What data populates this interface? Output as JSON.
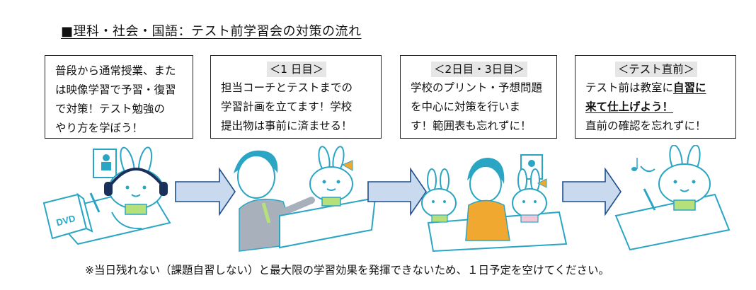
{
  "title": "■理科・社会・国語：テスト前学習会の対策の流れ",
  "boxes": [
    {
      "header": "",
      "lines": [
        "普段から通常授業、また",
        "は映像学習で予習・復習",
        "で対策！テスト勉強の",
        "やり方を学ぼう！"
      ]
    },
    {
      "header": "＜1 日目＞",
      "lines": [
        "担当コーチとテストまでの",
        "学習計画を立てます！学校",
        "提出物は事前に済ませる！"
      ]
    },
    {
      "header": "＜2日目・3日目＞",
      "lines": [
        "学校のプリント・予想問題",
        "を中心に対策を行いま",
        "す！範囲表も忘れずに！"
      ]
    },
    {
      "header": "＜テスト直前＞",
      "line1_a": "テスト前は教室に",
      "line1_b": "自習に",
      "line2_b": "来て仕上げよう！",
      "line3": "直前の確認を忘れずに！"
    }
  ],
  "illustrations": {
    "dvd_label": "DVD"
  },
  "colors": {
    "outline": "#2aa6c4",
    "arrow_fill": "#c9d9ee",
    "arrow_stroke": "#1f4e8c",
    "orange": "#f0a830",
    "blue_hair": "#2aa6c4",
    "suit": "#a8b0bb"
  },
  "footnote": "※当日残れない（課題自習しない）と最大限の学習効果を発揮できないため、１日予定を空けてください。"
}
